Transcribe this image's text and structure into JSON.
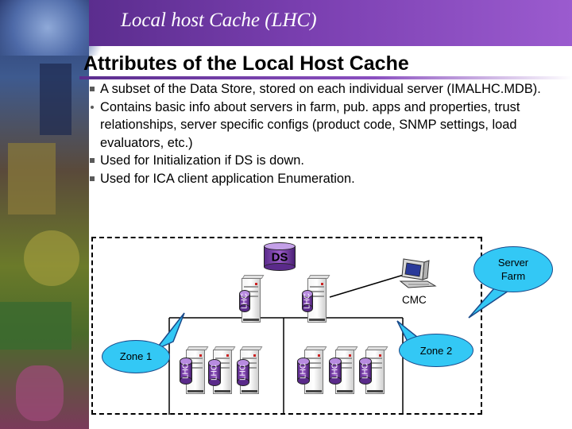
{
  "slide": {
    "banner_title": "Local host Cache (LHC)",
    "heading": "Attributes of the Local Host Cache",
    "bullets": [
      {
        "marker": "square",
        "text": "A subset of the Data Store, stored on each individual server (IMALHC.MDB)."
      },
      {
        "marker": "dot",
        "text": "Contains basic info about servers in farm, pub. apps and properties, trust relationships, server specific configs (product code, SNMP settings, load evaluators, etc.)"
      },
      {
        "marker": "square",
        "text": "Used for Initialization if DS is down."
      },
      {
        "marker": "square",
        "text": "Used for ICA client application Enumeration."
      }
    ]
  },
  "diagram": {
    "ds_label": "DS",
    "cmc_label": "CMC",
    "farm_callout": [
      "Server",
      "Farm"
    ],
    "zone1_label": "Zone 1",
    "zone2_label": "Zone 2",
    "lhc_label": "LHC",
    "colors": {
      "banner": "#7a3fb0",
      "cylinder": "#8a4fc0",
      "callout": "#33c8f5"
    },
    "icons": [
      "server-icon",
      "database-cylinder-icon",
      "workstation-icon"
    ]
  }
}
